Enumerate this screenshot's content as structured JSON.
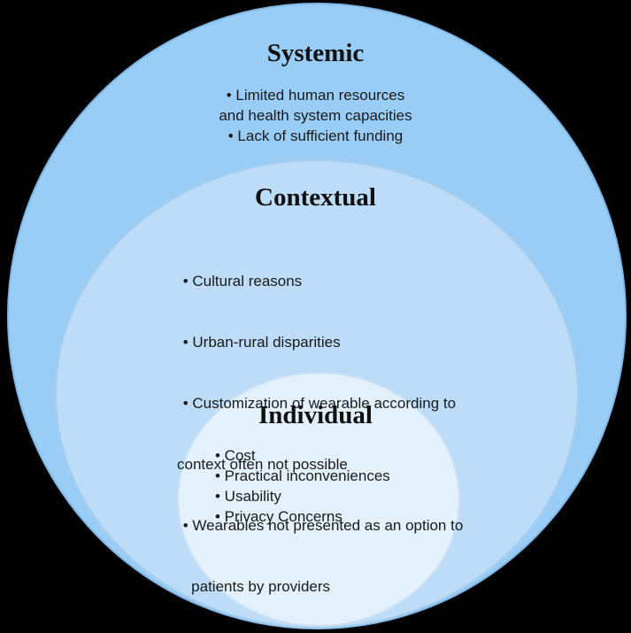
{
  "levels": {
    "systemic": {
      "title": "Systemic",
      "items": [
        "• Limited human resources",
        "and health system capacities",
        "• Lack of sufficient funding"
      ]
    },
    "contextual": {
      "title": "Contextual",
      "items": [
        " • Cultural reasons",
        " • Urban-rural disparities",
        " • Customization of wearable according to",
        "context often not possible",
        " • Wearables not presented as an option to",
        "   patients by providers"
      ]
    },
    "individual": {
      "title": "Individual",
      "items": [
        "• Cost",
        "• Practical inconveniences",
        "• Usability",
        "• Privacy Concerns"
      ]
    }
  },
  "colors": {
    "outer": "#99cdf5",
    "middle": "#bcdcf7",
    "inner": "#e4f1fc",
    "background": "#000000"
  }
}
